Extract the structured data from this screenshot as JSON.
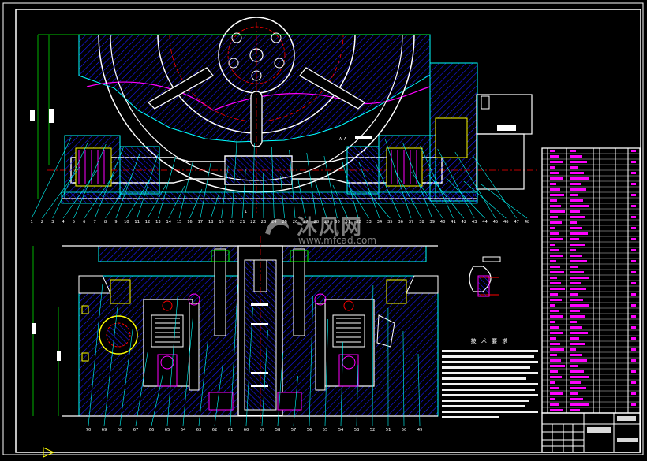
{
  "watermark": {
    "brand": "沐风网",
    "url": "www.mfcad.com"
  },
  "tech_req": {
    "title": "技 术 要 求",
    "line_count": 13
  },
  "upper_balloons": [
    "1",
    "2",
    "3",
    "4",
    "5",
    "6",
    "7",
    "8",
    "9",
    "10",
    "11",
    "12",
    "13",
    "14",
    "15",
    "16",
    "17",
    "18",
    "19",
    "20",
    "21",
    "22",
    "23",
    "24",
    "25",
    "26",
    "27",
    "28",
    "29",
    "30",
    "31",
    "32",
    "33",
    "34",
    "35",
    "36",
    "37",
    "38",
    "39",
    "40",
    "41",
    "42",
    "43",
    "44",
    "45",
    "46",
    "47",
    "48"
  ],
  "lower_balloons": [
    "70",
    "69",
    "68",
    "67",
    "66",
    "65",
    "64",
    "63",
    "62",
    "61",
    "60",
    "59",
    "58",
    "57",
    "56",
    "55",
    "54",
    "53",
    "52",
    "51",
    "50",
    "49"
  ],
  "colors": {
    "frame": "#ffffff",
    "outline": "#00ffff",
    "hatch": "#0000ff",
    "section": "#ff00ff",
    "center": "#ff0000",
    "detail": "#ffff00",
    "leader": "#00ff00"
  }
}
